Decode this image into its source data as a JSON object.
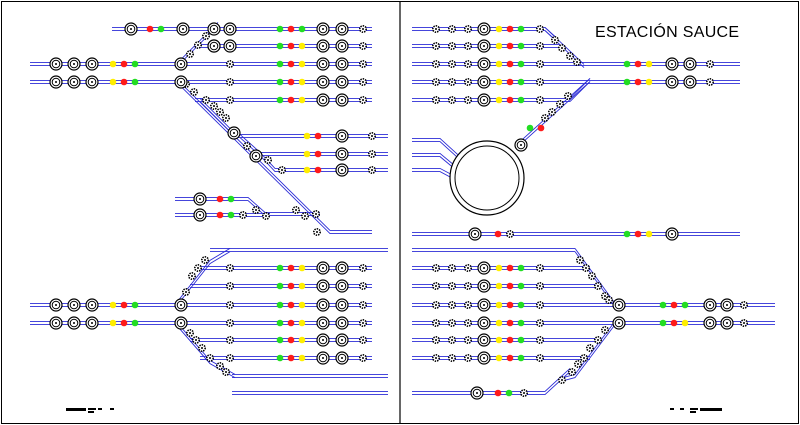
{
  "station": {
    "title": "ESTACIÓN SAUCE"
  },
  "colors": {
    "track": "#2b2bd6",
    "frame": "#000000",
    "signal_red": "#ff1a1a",
    "signal_yellow": "#ffee00",
    "signal_green": "#22dd22",
    "post": "#000000",
    "background": "#ffffff"
  },
  "icons": {
    "signal_post": "concentric-circle",
    "switch_point": "cog-ring",
    "turntable": "double-ring"
  }
}
